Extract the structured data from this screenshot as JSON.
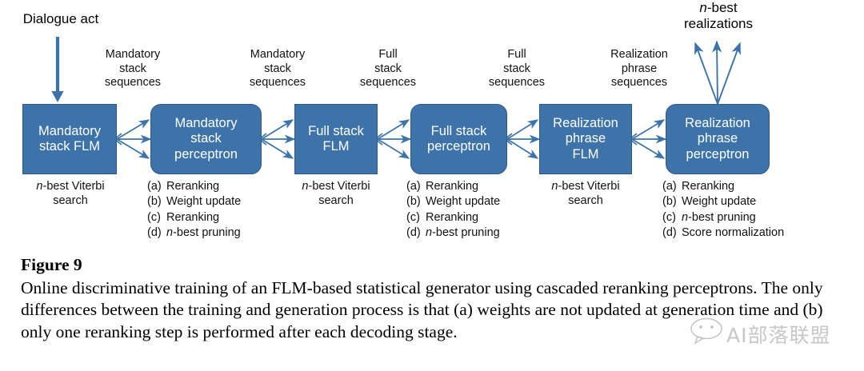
{
  "diagram": {
    "input_label": "Dialogue act",
    "output_label_line1": "n-best",
    "output_label_line2": "realizations",
    "nodes": [
      {
        "id": "mandatory-stack-flm",
        "lines": [
          "Mandatory",
          "stack FLM"
        ],
        "shape": "rect"
      },
      {
        "id": "mandatory-stack-perceptron",
        "lines": [
          "Mandatory",
          "stack",
          "perceptron"
        ],
        "shape": "rounded"
      },
      {
        "id": "full-stack-flm",
        "lines": [
          "Full stack",
          "FLM"
        ],
        "shape": "rect"
      },
      {
        "id": "full-stack-perceptron",
        "lines": [
          "Full stack",
          "perceptron"
        ],
        "shape": "rounded"
      },
      {
        "id": "realization-phrase-flm",
        "lines": [
          "Realization",
          "phrase",
          "FLM"
        ],
        "shape": "rect"
      },
      {
        "id": "realization-phrase-perceptron",
        "lines": [
          "Realization",
          "phrase",
          "perceptron"
        ],
        "shape": "rounded"
      }
    ],
    "flow_labels": [
      {
        "id": "flow-1",
        "lines": [
          "Mandatory",
          "stack",
          "sequences"
        ]
      },
      {
        "id": "flow-2",
        "lines": [
          "Mandatory",
          "stack",
          "sequences"
        ]
      },
      {
        "id": "flow-3",
        "lines": [
          "Full",
          "stack",
          "sequences"
        ]
      },
      {
        "id": "flow-4",
        "lines": [
          "Full",
          "stack",
          "sequences"
        ]
      },
      {
        "id": "flow-5",
        "lines": [
          "Realization",
          "phrase",
          "sequences"
        ]
      }
    ],
    "flm_captions": [
      {
        "id": "flm-caption-1",
        "line1_prefix": "n",
        "line1_rest": "-best Viterbi",
        "line2": "search"
      },
      {
        "id": "flm-caption-2",
        "line1_prefix": "n",
        "line1_rest": "-best Viterbi",
        "line2": "search"
      },
      {
        "id": "flm-caption-3",
        "line1_prefix": "n",
        "line1_rest": "-best Viterbi",
        "line2": "search"
      }
    ],
    "perceptron_steps": [
      {
        "id": "steps-mandatory-stack-perceptron",
        "items": [
          {
            "mark": "(a)",
            "text": "Reranking",
            "italic_n": false
          },
          {
            "mark": "(b)",
            "text": "Weight update",
            "italic_n": false
          },
          {
            "mark": "(c)",
            "text": "Reranking",
            "italic_n": false
          },
          {
            "mark": "(d)",
            "text": "-best pruning",
            "italic_n": true
          }
        ]
      },
      {
        "id": "steps-full-stack-perceptron",
        "items": [
          {
            "mark": "(a)",
            "text": "Reranking",
            "italic_n": false
          },
          {
            "mark": "(b)",
            "text": "Weight update",
            "italic_n": false
          },
          {
            "mark": "(c)",
            "text": "Reranking",
            "italic_n": false
          },
          {
            "mark": "(d)",
            "text": "-best pruning",
            "italic_n": true
          }
        ]
      },
      {
        "id": "steps-realization-phrase-perceptron",
        "items": [
          {
            "mark": "(a)",
            "text": "Reranking",
            "italic_n": false
          },
          {
            "mark": "(b)",
            "text": "Weight update",
            "italic_n": false
          },
          {
            "mark": "(c)",
            "text": "-best pruning",
            "italic_n": true
          },
          {
            "mark": "(d)",
            "text": "Score normalization",
            "italic_n": false
          }
        ]
      }
    ],
    "colors": {
      "node_fill": "#3d73a8",
      "node_border": "#2f5c86",
      "arrow": "#3d73a8",
      "node_text": "#ffffff",
      "label_text": "#111111"
    }
  },
  "caption": {
    "figure_number": "Figure 9",
    "text": "Online discriminative training of an FLM-based statistical generator using cascaded reranking perceptrons. The only differences between the training and generation process is that (a) weights are not updated at generation time and (b) only one reranking step is performed after each decoding stage."
  },
  "watermark": {
    "text": "AI部落联盟",
    "color": "#9a9a9a"
  }
}
